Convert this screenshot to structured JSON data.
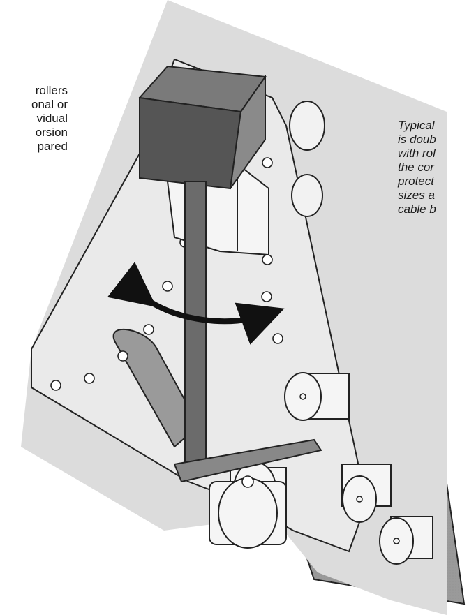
{
  "left_caption": {
    "lines": [
      "rollers",
      "onal or",
      "vidual",
      "orsion",
      "pared"
    ]
  },
  "right_caption": {
    "lines": [
      "Typical",
      "is doub",
      "with rol",
      "the cor",
      "protect",
      "sizes a",
      "cable b"
    ]
  },
  "colors": {
    "plate_light": "#d9d9d9",
    "plate_dark": "#9a9a9a",
    "arm_block": "#5e5e5e",
    "roller_face": "#f5f5f5",
    "arrow": "#111111",
    "outline": "#222222"
  },
  "icons": [
    "bolt-icon",
    "double-arrow-icon",
    "roller-icon"
  ]
}
